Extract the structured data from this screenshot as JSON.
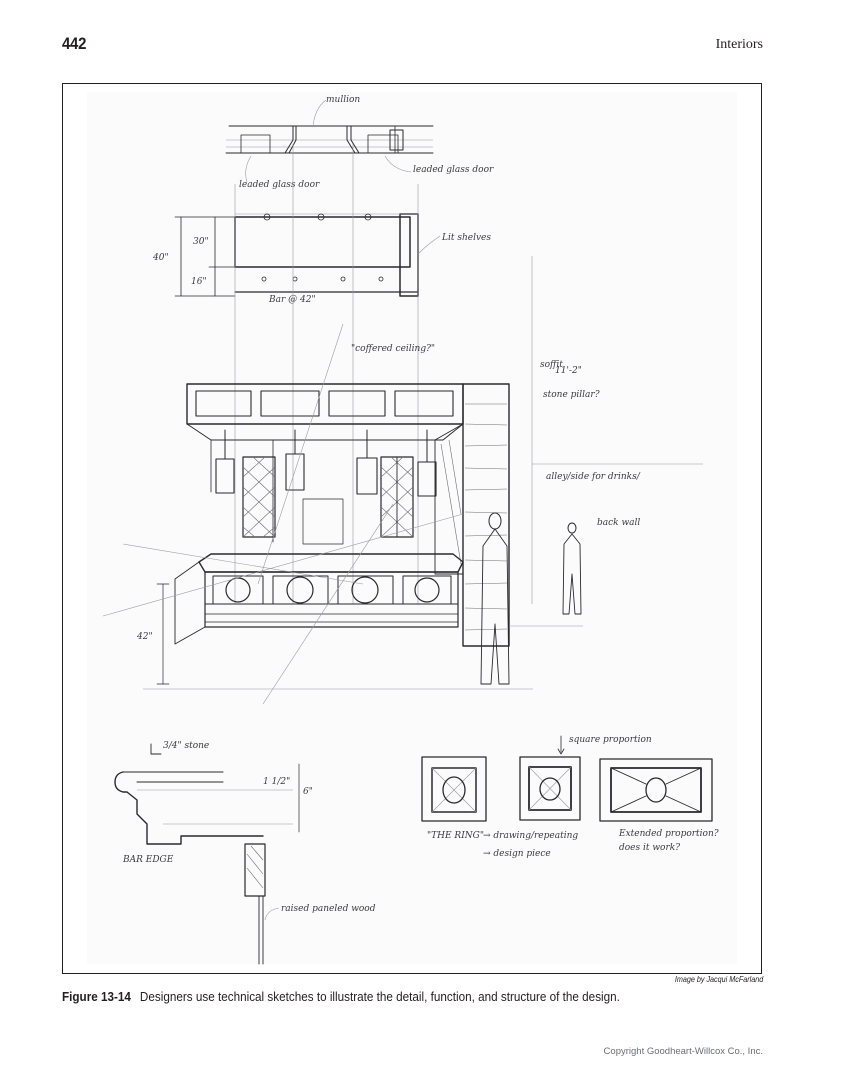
{
  "header": {
    "page_number": "442",
    "section_title": "Interiors"
  },
  "figure": {
    "credit": "Image by Jacqui McFarland",
    "label": "Figure 13-14",
    "caption": "Designers use technical sketches to illustrate the detail, function, and structure of the design.",
    "sketch_annotations": {
      "mullion": "mullion",
      "leaded_glass_left": "leaded glass door",
      "leaded_glass_right": "leaded glass door",
      "lit_shelves": "Lit shelves",
      "dim_total": "40\"",
      "dim_upper": "30\"",
      "dim_lower": "16\"",
      "bar_height": "Bar @ 42\"",
      "coffered_ceiling": "\"coffered ceiling?\"",
      "soffit": "soffit",
      "ceiling_height": "11'-2\"",
      "stone_pillar": "stone pillar?",
      "alley_for_drinks": "alley/side for drinks/",
      "back_wall": "back wall",
      "bar_dim": "42\"",
      "stone_top": "3/4\" stone",
      "dim_a": "1 1/2\"",
      "dim_b": "6\"",
      "bar_edge": "BAR EDGE",
      "paneled_wood": "raised paneled wood",
      "square_proportion": "square proportion",
      "the_ring": "\"THE RING\"",
      "ring_note_1": "→ drawing/repeating",
      "ring_note_2": "→ design piece",
      "extended_note_1": "Extended proportion?",
      "extended_note_2": "does it work?"
    }
  },
  "footer": {
    "copyright": "Copyright Goodheart-Willcox Co., Inc."
  }
}
